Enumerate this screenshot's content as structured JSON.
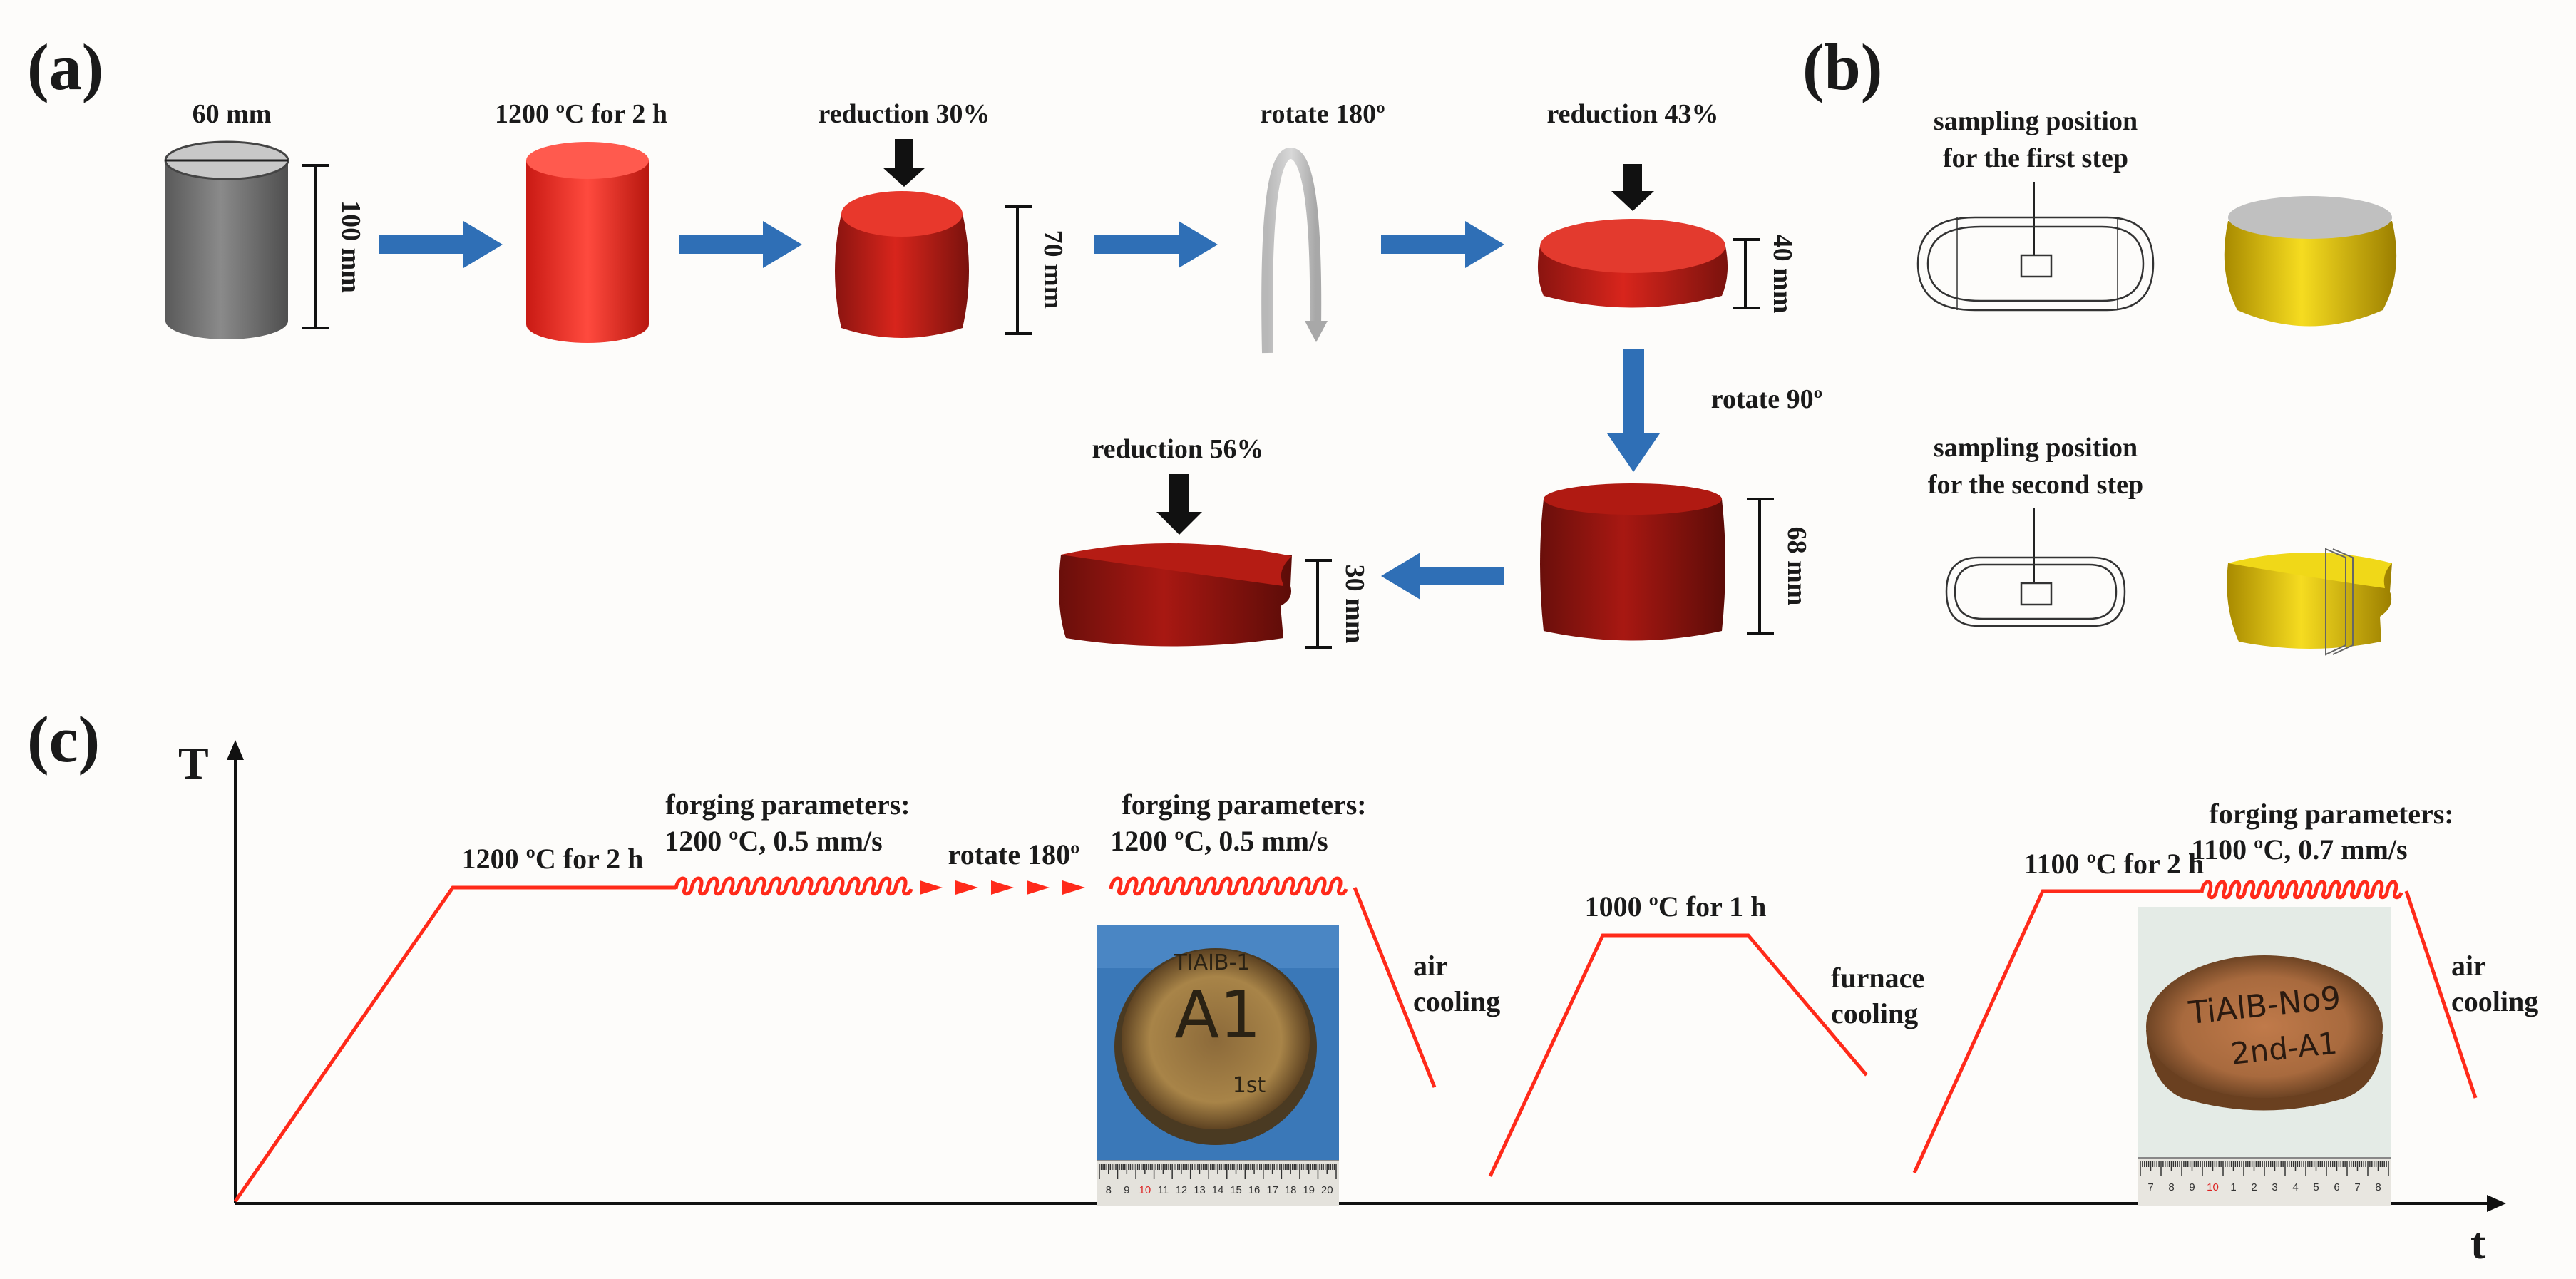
{
  "panels": {
    "a": "(a)",
    "b": "(b)",
    "c": "(c)"
  },
  "panel_a": {
    "diameter": "60 mm",
    "height_initial": "100 mm",
    "heat": "1200 ºC for 2 h",
    "reduction1": "reduction 30%",
    "height1": "70 mm",
    "rotate1": "rotate 180º",
    "reduction2": "reduction 43%",
    "height2": "40 mm",
    "rotate2": "rotate 90º",
    "height3": "68 mm",
    "reduction3": "reduction 56%",
    "height4": "30 mm"
  },
  "panel_b": {
    "sample1_line1": "sampling position",
    "sample1_line2": "for the first step",
    "sample2_line1": "sampling position",
    "sample2_line2": "for the second step"
  },
  "panel_c": {
    "axis_y": "T",
    "axis_x": "t",
    "hold1": "1200 ºC for 2 h",
    "forge1_title": "forging parameters:",
    "forge1_params": "1200 ºC, 0.5 mm/s",
    "rotate": "rotate 180º",
    "forge2_title": "forging parameters:",
    "forge2_params": "1200 ºC, 0.5 mm/s",
    "cool1_line1": "air",
    "cool1_line2": "cooling",
    "hold2": "1000 ºC for 1 h",
    "cool2_line1": "furnace",
    "cool2_line2": "cooling",
    "hold3": "1100 ºC for 2 h",
    "forge3_title": "forging parameters:",
    "forge3_params": "1100 ºC, 0.7 mm/s",
    "cool3_line1": "air",
    "cool3_line2": "cooling",
    "photo1_label_line1": "TIAIB-1",
    "photo1_label_line2": "A1",
    "photo1_label_line3": "1st",
    "photo2_label_line1": "TiAlB-No9",
    "photo2_label_line2": "2nd-A1",
    "ruler1_ticks": [
      "8",
      "9",
      "10",
      "11",
      "12",
      "13",
      "14",
      "15",
      "16",
      "17",
      "18",
      "19",
      "20"
    ],
    "ruler2_ticks": [
      "7",
      "8",
      "9",
      "10",
      "1",
      "2",
      "3",
      "4",
      "5",
      "6",
      "7",
      "8"
    ]
  },
  "colors": {
    "red": "#e8241c",
    "dark_red": "#8e1812",
    "arrow_blue": "#2f6fb6",
    "yellow": "#e6c400",
    "profile_line": "#ff2a1a"
  }
}
